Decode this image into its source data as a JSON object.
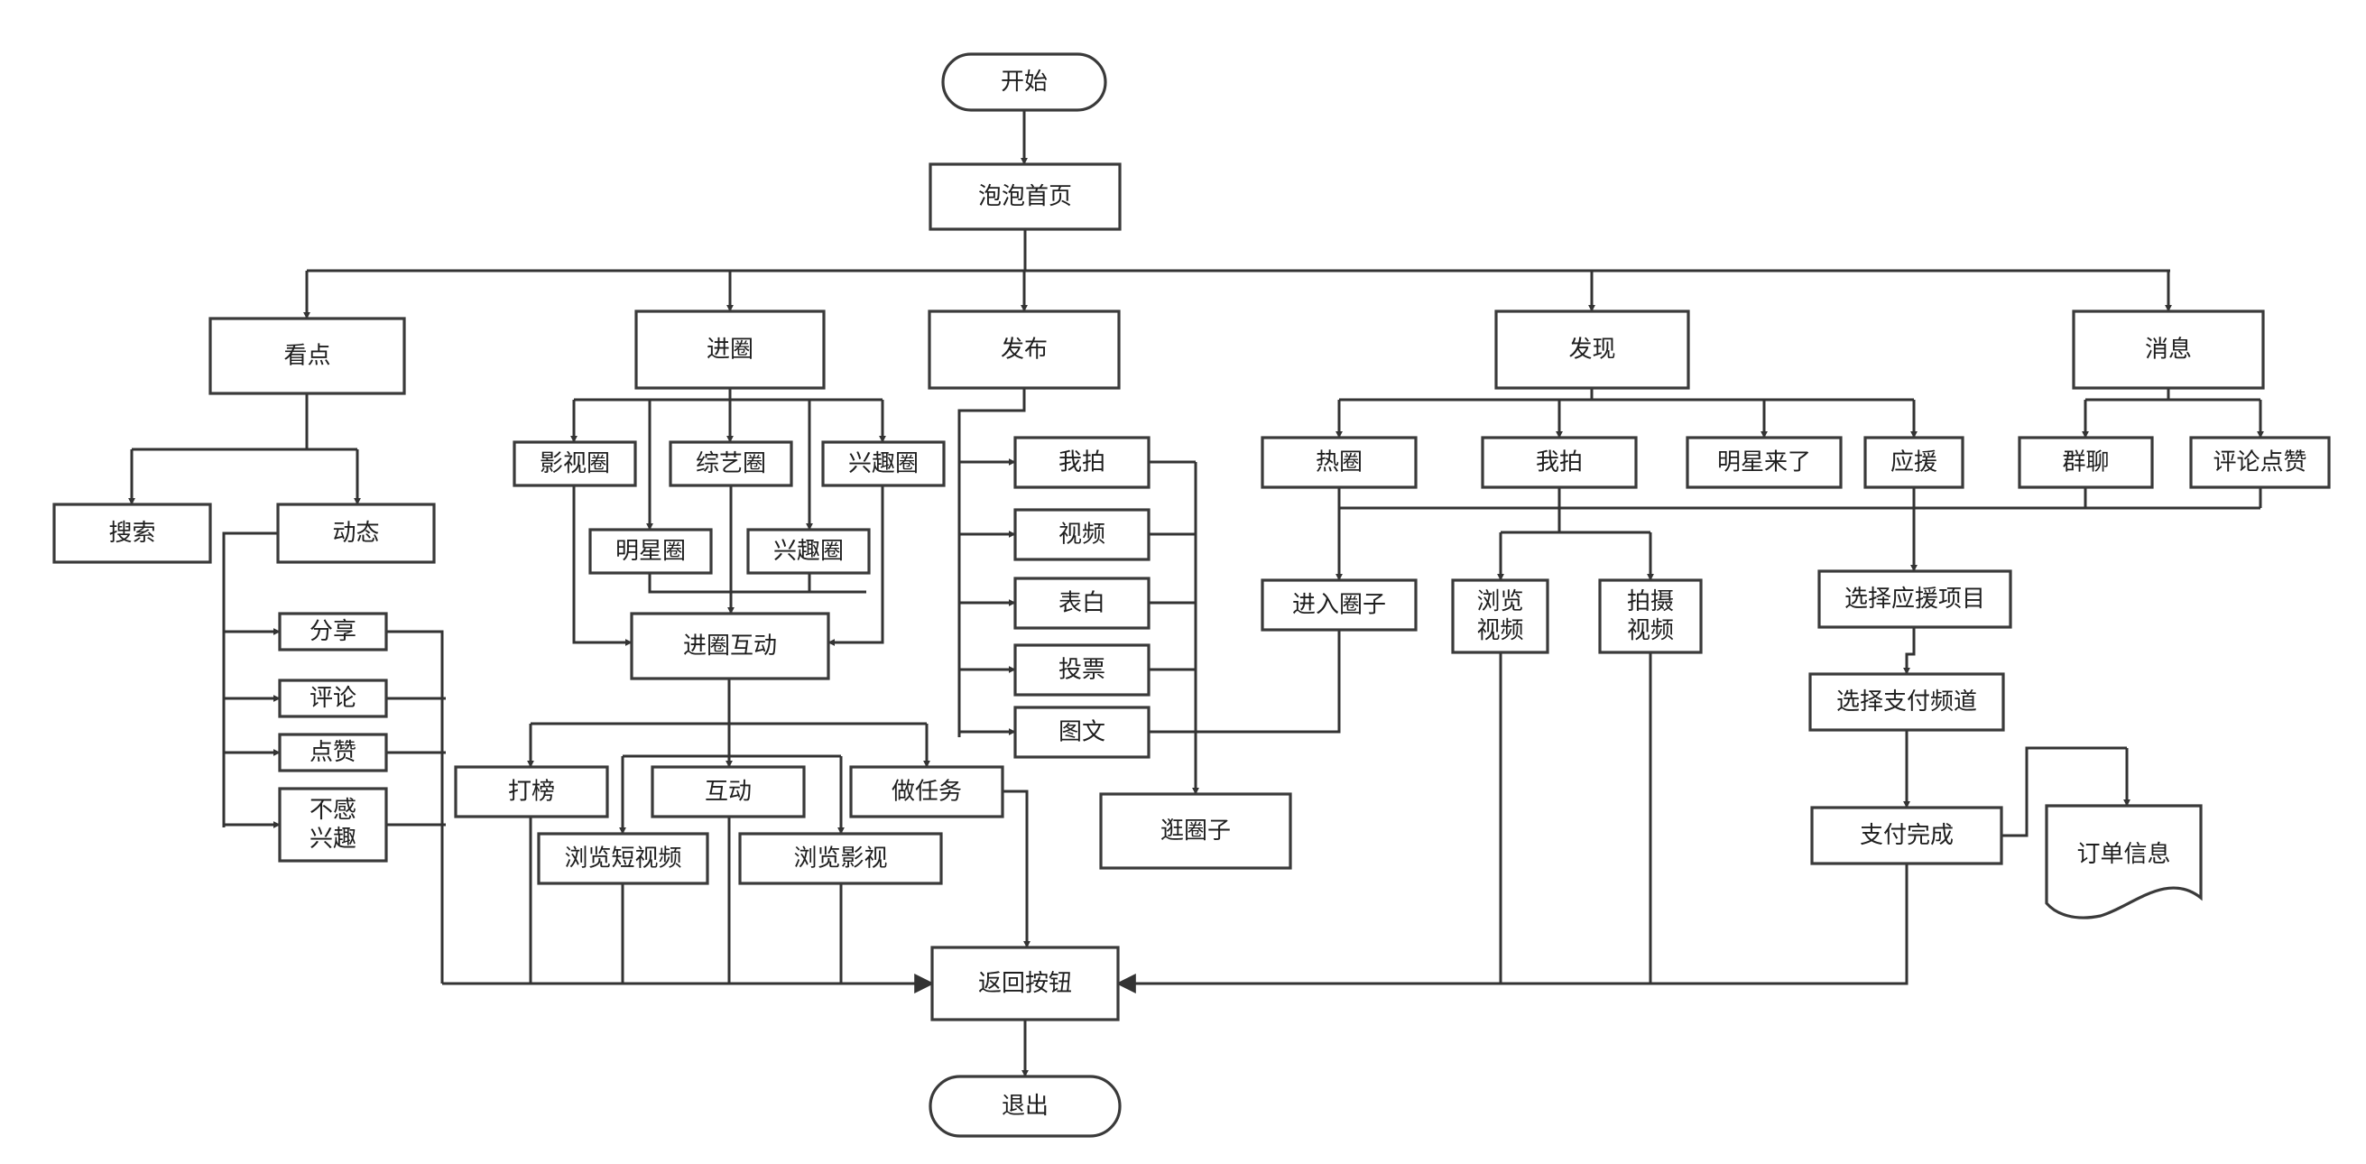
{
  "nodes": {
    "start": "开始",
    "home": "泡泡首页",
    "kandian": "看点",
    "jinquan": "进圈",
    "fabu": "发布",
    "faxian": "发现",
    "xiaoxi": "消息",
    "sousuo": "搜索",
    "dongtai": "动态",
    "fenxiang": "分享",
    "pinglun": "评论",
    "dianzan": "点赞",
    "buganxingqu": [
      "不感",
      "兴趣"
    ],
    "yingshiquan": "影视圈",
    "zongyiquan": "综艺圈",
    "xingququan": "兴趣圈",
    "mingxingquan": "明星圈",
    "xingququan2": "兴趣圈",
    "jinquanhudong": "进圈互动",
    "dabang": "打榜",
    "hudong": "互动",
    "zuorenwu": "做任务",
    "liulanduanshipin": "浏览短视频",
    "liulanyingshi": "浏览影视",
    "wopai": "我拍",
    "shipin": "视频",
    "biaobai": "表白",
    "toupiao": "投票",
    "tuwen": "图文",
    "guangquanzi": "逛圈子",
    "requan": "热圈",
    "wopai2": "我拍",
    "mingxinglaile": "明星来了",
    "yingyuan": "应援",
    "jinruquanzi": "进入圈子",
    "liulanshipin": [
      "浏览",
      "视频"
    ],
    "paisheshipin": [
      "拍摄",
      "视频"
    ],
    "xuanzeyingyuan": "选择应援项目",
    "xuanzezhifu": "选择支付频道",
    "zhifuwancheng": "支付完成",
    "dingdanxinxi": "订单信息",
    "qunliao": "群聊",
    "pinglundianzan": "评论点赞",
    "fanhui": "返回按钮",
    "tuichu": "退出"
  },
  "colors": {
    "stroke": "#3a3a3a",
    "text": "#1e1e1e",
    "fill": "#ffffff"
  }
}
